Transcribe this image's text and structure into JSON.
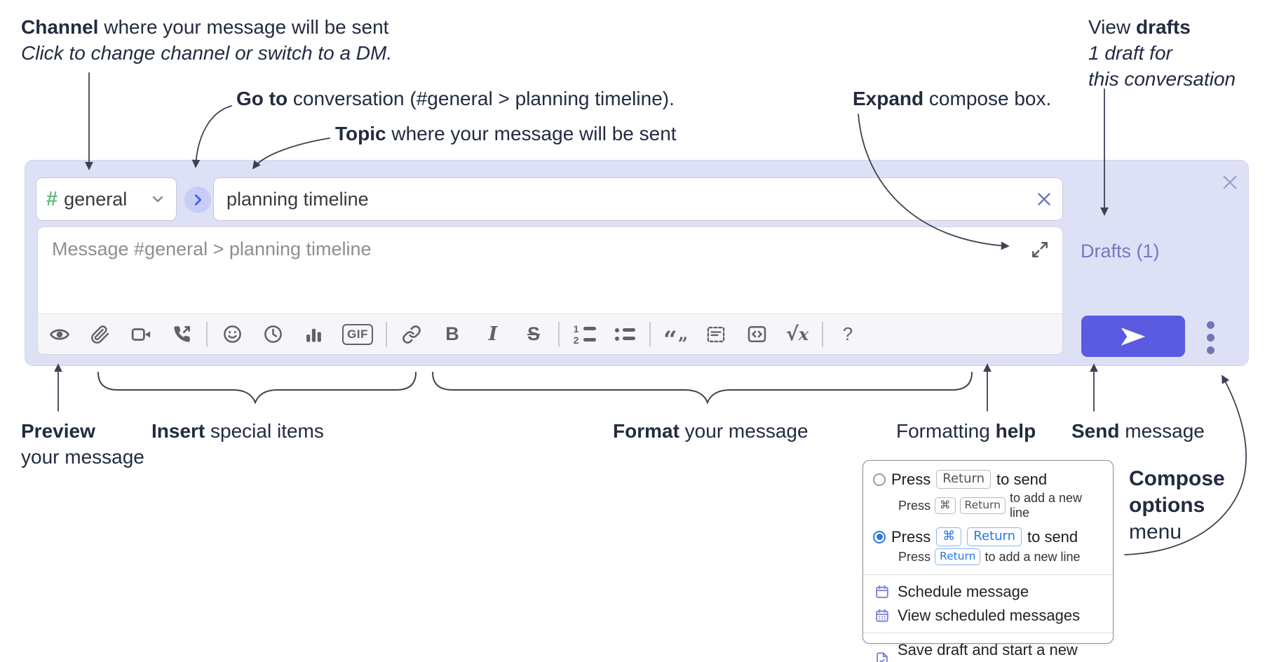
{
  "annotations": {
    "channel": {
      "bold": "Channel",
      "rest": " where your message will be sent",
      "sub": "Click to change channel or switch to a DM."
    },
    "goto": {
      "bold": "Go to",
      "rest": " conversation (#general > planning timeline)."
    },
    "topic": {
      "bold": "Topic",
      "rest": " where your message will be sent"
    },
    "expand": {
      "bold": "Expand",
      "rest": " compose box."
    },
    "drafts": {
      "pre": "View ",
      "bold": "drafts",
      "line2": "1 draft for",
      "line3": "this conversation"
    },
    "preview": {
      "bold": "Preview",
      "line2": "your message"
    },
    "insert": {
      "bold": "Insert",
      "rest": " special items"
    },
    "format": {
      "bold": "Format",
      "rest": " your message"
    },
    "formatting_help": {
      "pre": "Formatting ",
      "bold": "help"
    },
    "send": {
      "bold": "Send",
      "rest": " message"
    },
    "compose_options": {
      "bold1": "Compose",
      "bold2": "options",
      "rest": "menu"
    }
  },
  "compose": {
    "channel_selector": {
      "hash": "#",
      "label": "general"
    },
    "topic_input": {
      "value": "planning timeline"
    },
    "message_input": {
      "placeholder": "Message #general > planning timeline"
    },
    "drafts_link": "Drafts (1)",
    "toolbar_icons": [
      "preview-eye",
      "attach-paperclip",
      "video-call",
      "voice-call",
      "emoji",
      "time",
      "poll",
      "gif",
      "link",
      "bold",
      "italic",
      "strikethrough",
      "numbered-list",
      "bulleted-list",
      "quote",
      "spoiler",
      "code",
      "math",
      "help"
    ],
    "toolbar_labels": {
      "gif": "GIF",
      "bold": "B",
      "italic": "I",
      "strike": "S",
      "num1": "1",
      "num2": "2",
      "quote_a": "“",
      "quote_b": "”",
      "sqrt": "√",
      "math_x": "x",
      "help": "?"
    }
  },
  "popup": {
    "option1": {
      "pre": "Press",
      "key": "Return",
      "post": "to send",
      "sub_pre": "Press",
      "sub_key1": "⌘",
      "sub_key2": "Return",
      "sub_post": "to add a new line"
    },
    "option2": {
      "pre": "Press",
      "key1": "⌘",
      "key2": "Return",
      "post": "to send",
      "sub_pre": "Press",
      "sub_key": "Return",
      "sub_post": "to add a new line"
    },
    "items": [
      {
        "icon": "calendar-icon",
        "label": "Schedule message"
      },
      {
        "icon": "calendar-grid-icon",
        "label": "View scheduled messages"
      },
      {
        "icon": "file-check-icon",
        "label": "Save draft and start a new message"
      }
    ]
  },
  "colors": {
    "compose_bg": "#dee1f6",
    "send_button": "#5a5be0",
    "drafts_link": "#7478c5",
    "channel_hash_green": "#63bd7e",
    "go_chevron_blue": "#3c63e9",
    "radio_selected_blue": "#2979e0",
    "menu_icon_purple": "#7b7fd9",
    "toolbar_icon_gray": "#5f6368",
    "annotation_text": "#222c40"
  }
}
